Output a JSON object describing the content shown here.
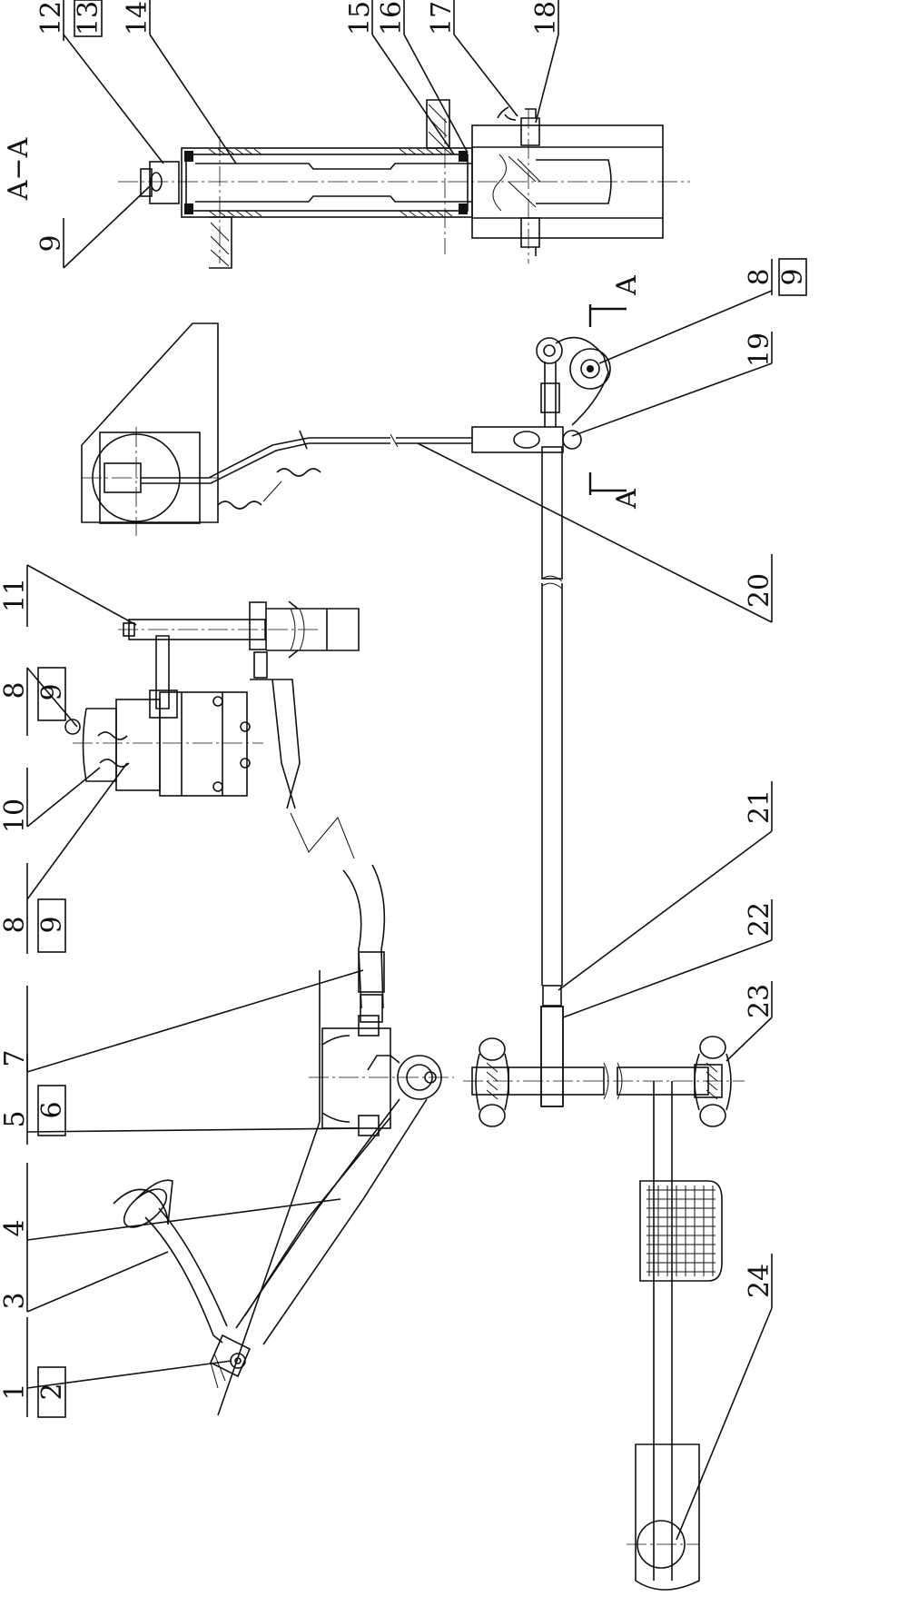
{
  "section_title": "A−A",
  "section_marker": "A",
  "callouts": [
    {
      "id": "c1",
      "num": "1",
      "den": "2"
    },
    {
      "id": "c3",
      "num": "3"
    },
    {
      "id": "c4",
      "num": "4"
    },
    {
      "id": "c5",
      "num": "5",
      "den": "6"
    },
    {
      "id": "c7",
      "num": "7"
    },
    {
      "id": "c8a",
      "num": "8",
      "den": "9"
    },
    {
      "id": "c10",
      "num": "10"
    },
    {
      "id": "c8b",
      "num": "8",
      "den": "9"
    },
    {
      "id": "c11",
      "num": "11"
    },
    {
      "id": "c9a",
      "num": "9"
    },
    {
      "id": "c12",
      "num": "12",
      "den": "13"
    },
    {
      "id": "c14",
      "num": "14"
    },
    {
      "id": "c15",
      "num": "15"
    },
    {
      "id": "c16",
      "num": "16"
    },
    {
      "id": "c17",
      "num": "17"
    },
    {
      "id": "c18",
      "num": "18"
    },
    {
      "id": "c8c",
      "num": "8",
      "den": "9"
    },
    {
      "id": "c19",
      "num": "19"
    },
    {
      "id": "c20",
      "num": "20"
    },
    {
      "id": "c21",
      "num": "21"
    },
    {
      "id": "c22",
      "num": "22"
    },
    {
      "id": "c23",
      "num": "23"
    },
    {
      "id": "c24",
      "num": "24"
    }
  ]
}
